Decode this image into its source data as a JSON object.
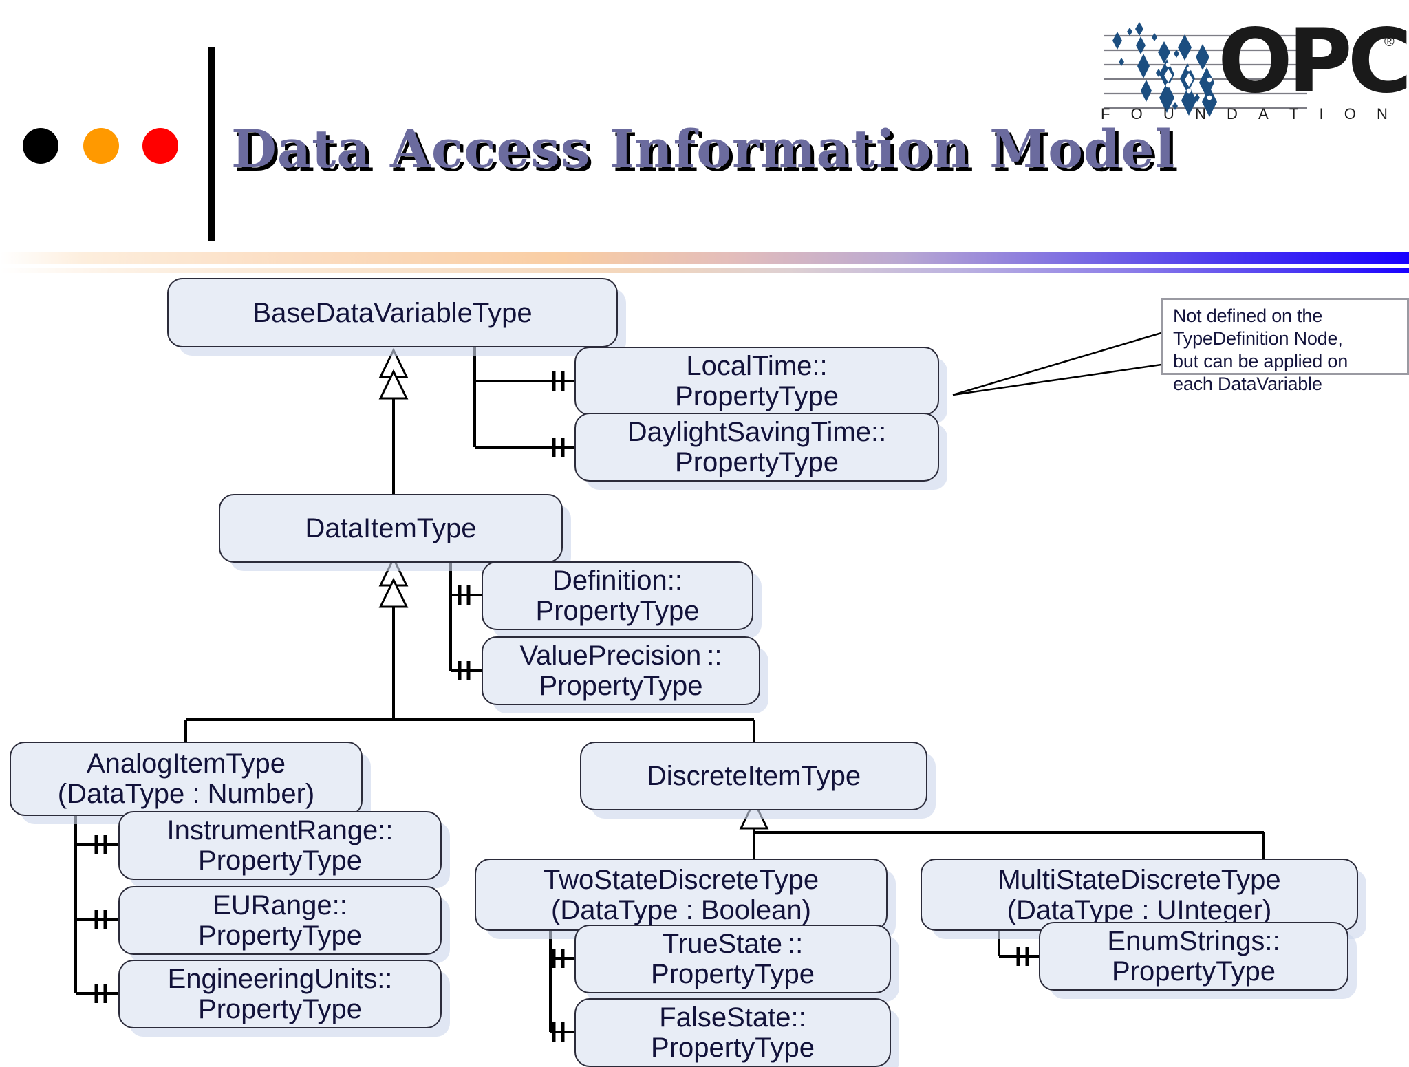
{
  "header": {
    "title": "Data Access Information Model",
    "title_color": "#6B6B9E",
    "dots": [
      {
        "name": "dot-black",
        "color": "#000000"
      },
      {
        "name": "dot-orange",
        "color": "#FF9900"
      },
      {
        "name": "dot-red",
        "color": "#FF0000"
      }
    ],
    "logo": {
      "wordmark": "OPC",
      "registered": "®",
      "tagline": [
        "F",
        "O",
        "U",
        "N",
        "D",
        "A",
        "T",
        "I",
        "O",
        "N"
      ],
      "diamond_color": "#1C4E80"
    },
    "rule_gradient": {
      "from": "#ffffff",
      "mid": "#f9cda3",
      "to": "#1800ff"
    }
  },
  "diagram": {
    "type": "uml-class-hierarchy",
    "box_fill": "#E8EDF6",
    "box_border": "#2b2b3a",
    "nodes": [
      {
        "id": "basedatavariabletype",
        "line1": "BaseDataVariableType",
        "line2": ""
      },
      {
        "id": "localtime",
        "line1": "LocalTime::",
        "line2": "PropertyType"
      },
      {
        "id": "daylightsavingtime",
        "line1": "DaylightSavingTime::",
        "line2": "PropertyType"
      },
      {
        "id": "dataitemtype",
        "line1": "DataItemType",
        "line2": ""
      },
      {
        "id": "definition",
        "line1": "Definition::",
        "line2": "PropertyType"
      },
      {
        "id": "valueprecision",
        "line1": "ValuePrecision ::",
        "line2": "PropertyType"
      },
      {
        "id": "analogitemtype",
        "line1": "AnalogItemType",
        "line2": "(DataType : Number)"
      },
      {
        "id": "instrumentrange",
        "line1": "InstrumentRange::",
        "line2": "PropertyType"
      },
      {
        "id": "eurange",
        "line1": "EURange::",
        "line2": "PropertyType"
      },
      {
        "id": "engineeringunits",
        "line1": "EngineeringUnits::",
        "line2": "PropertyType"
      },
      {
        "id": "discreteitemtype",
        "line1": "DiscreteItemType",
        "line2": ""
      },
      {
        "id": "twostatediscretetype",
        "line1": "TwoStateDiscreteType",
        "line2": "(DataType : Boolean)"
      },
      {
        "id": "truestate",
        "line1": "TrueState ::",
        "line2": "PropertyType"
      },
      {
        "id": "falsestate",
        "line1": "FalseState::",
        "line2": "PropertyType"
      },
      {
        "id": "multistatediscretetype",
        "line1": "MultiStateDiscreteType",
        "line2": "(DataType : UInteger)"
      },
      {
        "id": "enumstrings",
        "line1": "EnumStrings::",
        "line2": "PropertyType"
      }
    ],
    "note": {
      "line1": "Not defined on the",
      "line2": "TypeDefinition Node,",
      "line3": "but can be applied on",
      "line4": "each DataVariable"
    },
    "edges": [
      {
        "from": "dataitemtype",
        "to": "basedatavariabletype",
        "kind": "inherits"
      },
      {
        "from": "basedatavariabletype",
        "to": "localtime",
        "kind": "hasproperty"
      },
      {
        "from": "basedatavariabletype",
        "to": "daylightsavingtime",
        "kind": "hasproperty"
      },
      {
        "from": "dataitemtype",
        "to": "definition",
        "kind": "hasproperty"
      },
      {
        "from": "dataitemtype",
        "to": "valueprecision",
        "kind": "hasproperty"
      },
      {
        "from": "analogitemtype",
        "to": "dataitemtype",
        "kind": "inherits"
      },
      {
        "from": "discreteitemtype",
        "to": "dataitemtype",
        "kind": "inherits"
      },
      {
        "from": "analogitemtype",
        "to": "instrumentrange",
        "kind": "hasproperty"
      },
      {
        "from": "analogitemtype",
        "to": "eurange",
        "kind": "hasproperty"
      },
      {
        "from": "analogitemtype",
        "to": "engineeringunits",
        "kind": "hasproperty"
      },
      {
        "from": "twostatediscretetype",
        "to": "discreteitemtype",
        "kind": "inherits"
      },
      {
        "from": "multistatediscretetype",
        "to": "discreteitemtype",
        "kind": "inherits"
      },
      {
        "from": "twostatediscretetype",
        "to": "truestate",
        "kind": "hasproperty"
      },
      {
        "from": "twostatediscretetype",
        "to": "falsestate",
        "kind": "hasproperty"
      },
      {
        "from": "multistatediscretetype",
        "to": "enumstrings",
        "kind": "hasproperty"
      },
      {
        "from": "note",
        "to": "localtime",
        "kind": "annotation"
      },
      {
        "from": "note",
        "to": "daylightsavingtime",
        "kind": "annotation"
      }
    ]
  }
}
